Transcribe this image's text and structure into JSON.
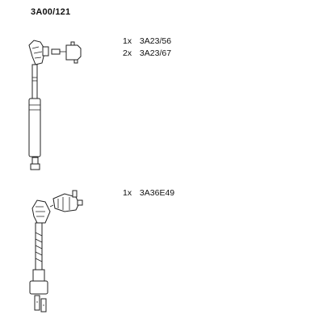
{
  "title": "3A00/121",
  "groups": [
    {
      "items": [
        {
          "qty": "1x",
          "code": "3A23/56"
        },
        {
          "qty": "2x",
          "code": "3A23/67"
        }
      ]
    },
    {
      "items": [
        {
          "qty": "1x",
          "code": "3A36E49"
        }
      ]
    }
  ]
}
